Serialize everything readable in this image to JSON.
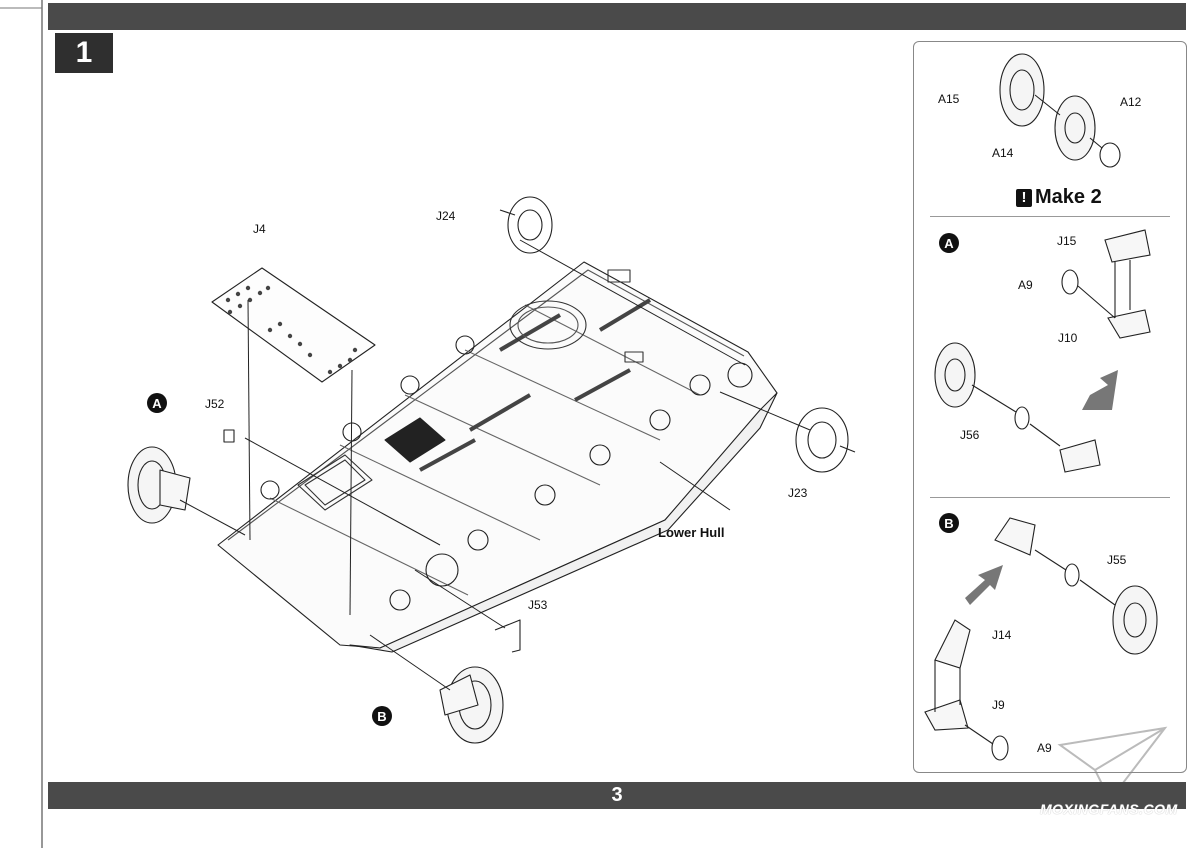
{
  "step": {
    "number": "1"
  },
  "page": {
    "number": "3"
  },
  "main_labels": {
    "j4": "J4",
    "j52": "J52",
    "j24": "J24",
    "j23": "J23",
    "j53": "J53",
    "lower_hull": "Lower Hull",
    "marker_a": "A",
    "marker_b": "B"
  },
  "subpanel": {
    "top": {
      "a15": "A15",
      "a12": "A12",
      "a14": "A14"
    },
    "make2_text": "Make 2",
    "make2_icon": "!",
    "a": {
      "marker": "A",
      "j15": "J15",
      "a9": "A9",
      "j10": "J10",
      "j56": "J56"
    },
    "b": {
      "marker": "B",
      "j55": "J55",
      "j14": "J14",
      "j9": "J9",
      "a9": "A9"
    }
  },
  "watermark": {
    "text": "MOXINGFANS.COM",
    "logo": "paper-plane-logo"
  }
}
